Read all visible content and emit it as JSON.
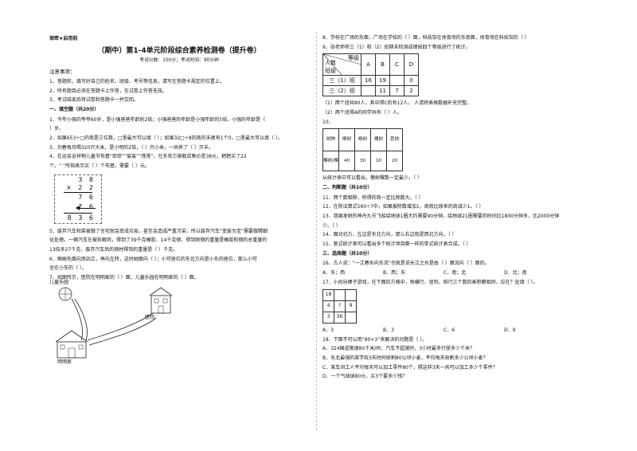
{
  "secret": "保密★启用前",
  "title": "（期中）第1-4单元阶段综合素养检测卷（提升卷）",
  "subtitle": "考试分数：100分；考试时间：90分钟",
  "notes": {
    "heading": "注意事项：",
    "items": [
      "1．答题前，填写好自己的姓名、班级、考号等信息，请写在答题卡规定的位置上。",
      "2．所有题目必须在答题卡上作答，在试卷上作答无效。",
      "3．考试结束后将试卷和答题卡一并交回。"
    ]
  },
  "section1": "一、填空题（共20分）",
  "q1": [
    "1．今年小强的爷爷60岁，是小强爸爸年龄的2倍；小强爸爸的年龄是小强年龄的5倍。小强的年龄是（",
    "）岁。"
  ],
  "q2": "2．如果653÷□的商是三位数，□里最大可以填（        ）；如果32□÷8的商的末尾有1个0，□里最大可以填（        ）。",
  "q3": "3．刘春每月喝320只大米，是小明的2倍，（        ）只小米，一共养了（        ）只羊。",
  "q4": [
    "4．在运会吉祥物儿童节布基“琮琮”“宸宸”“莲莲”，在东官方旗舰店售价是38元，耙耙买了22",
    "个。“          ”所指表示买（        ）个布基，需要（        ）元。"
  ],
  "calc": {
    "r1": "3 8",
    "r2": "× 2 2",
    "r3": "7 6",
    "r4": "7 6",
    "r5": "8 3 6"
  },
  "q5": [
    "5．废弃汽车和菜被做了住宅就会变成垃圾，甚至会造成严重污染，所以废弃汽车“变废为宝”需要做精细",
    "化处理。一辆汽车在被拆解后，得到了39千克橡胶、14千克钢，得到刚钢的重量是橡胶和钢的总重量的",
    "13倍多27千克，废弃汽车后的钢材得到的重量是（        ）千克。"
  ],
  "q6": [
    "6．图画先面向南站立，再向左转，这时她面向（        ）；小可座位的东北方向是小东的座位，那么小可",
    "坐在小东的（        ）。"
  ],
  "q7": "7．如图所示，医院在明明家的（        ）面，儿童乐园在明明家的（        ）面。",
  "map": {
    "park": "儿童乐园",
    "hospital": "医院",
    "home": "明明家"
  },
  "q8": "8．学校在广场的东面，广场在学校的（        ）面，科技馆在体育场的东南面，体育场在科技馆的（        ）",
  "q9": "9．张老师将三（1）和（2）班期末检测成绩按四个等级进行了统计。",
  "t1": {
    "diag_top": "等级",
    "diag_left1": "人数",
    "diag_bottom": "班级",
    "headers": [
      "A",
      "B",
      "C",
      "D"
    ],
    "rows": [
      {
        "name": "三（1）班",
        "cells": [
          "16",
          "19",
          "",
          "0"
        ]
      },
      {
        "name": "三（2）班",
        "cells": [
          "",
          "11",
          "7",
          "2"
        ]
      }
    ]
  },
  "q9a": "（1）两个班共80人，其中得C的有12人。 人请将表格数据补充完整。",
  "q9b": "（2）两个班得A的同学共有（        ）人。",
  "q10": "10．",
  "t2": {
    "headers": [
      "树种",
      "柳树",
      "杨树",
      "槐树",
      "其他"
    ],
    "label": "棵树/棵",
    "values": [
      "40",
      "30",
      "10",
      "20"
    ]
  },
  "q10a": "从统计表中可以看出，槐树棵数一定最少。（        ）",
  "section2": "二、判断题（共10分）",
  "q11": "11．两个数相除，所得的商一定比除数大。（        ）",
  "q12": "12．在除法算式560÷7中，如果被除数增加1，商就比原来的商减少1。（        ）",
  "q13": [
    "13．我国发射的神舟九号飞船绕地球1圈大约需要90分钟，绕地球21圈需要的时间比1800分钟多，比2000分钟",
    "少。（        ）"
  ],
  "q14": "14．面对北方，左边是东北方向，那么右边就是西北方向。（        ）",
  "q15": "15．复式统计表可以看出多个统计项目都一样的单式统计表合成。（        ）",
  "section3": "三、选择题（共10分）",
  "q16": "16．古人说：“一江春水向东流”也就是说长江之水是由（        ）面流向（        ）面的。",
  "q16_opts": [
    "A．东；西",
    "B．西；东",
    "C．南；北",
    "D．北；南"
  ],
  "q17": "17．小尚玩棒子游戏，在下面的方格中，每横行、竖列、斜行三个数的乘积都相同，应在？处填（        ）。",
  "t3": [
    [
      "18",
      "",
      ""
    ],
    [
      "4",
      "?",
      "9"
    ],
    [
      "3",
      "36",
      ""
    ]
  ],
  "q17_opts": [
    "A．3",
    "B．3",
    "C．6",
    "D．9"
  ],
  "q18": "18．下面不可以用“80×3”来解决的问题是（        ）。",
  "q18_opts": [
    "A．324国道限速80千米/时，汽车不超速时，3小时最多行驶多少千米？",
    "B．东北最强的某学校3天时同收割80公顷小麦，平均每天收割多少公顷小麦？",
    "C．某车间工人平均每天可以加工零件80个，照这样3天一共可以加工多少个零件？",
    "D．一个气球球80元，买3个要多少钱？"
  ]
}
